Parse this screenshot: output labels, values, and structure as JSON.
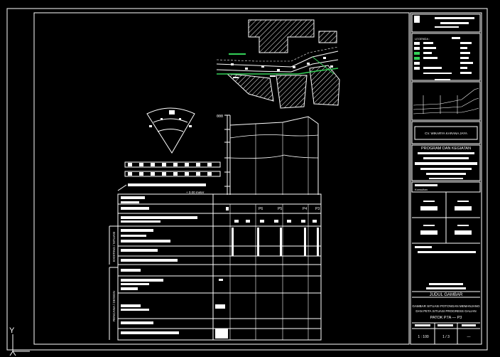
{
  "drawing": {
    "scale_text": "+ 0.00 meter",
    "profile": {
      "top_elev_label": "000",
      "station_labels": [
        "P6",
        "P5",
        "P4",
        "P3"
      ],
      "section_existing_label": "EXISTING / SITUASI",
      "section_design_label": "RENCANA / DESIGN"
    }
  },
  "title_block": {
    "company": "CV. WIKARYA KARANA JAYA",
    "program_heading": "PROGRAM DAN KEGIATAN",
    "consultant_label": "Konsultan",
    "title_heading": "JUDUL GAMBAR",
    "title_line1": "GAMBAR SITUASI POTONGAN MEMANJANG",
    "title_line2": "DAN PETA SITUASI PROGRESS GALIAN",
    "title_line3": "PATOK  P7A  —  P3",
    "scale": "1 : 100",
    "sheet": "1 / 3",
    "revision": "—",
    "legend_label": "LEGENDA :"
  },
  "ucs": {
    "y_label": "Y"
  }
}
